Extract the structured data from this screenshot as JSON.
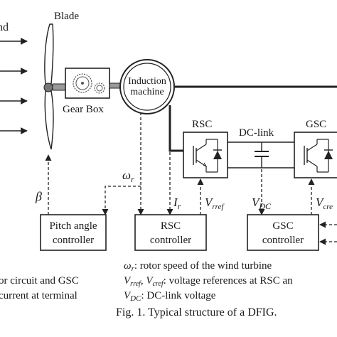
{
  "labels": {
    "wind": "nd",
    "blade": "Blade",
    "gear_box": "Gear Box",
    "induction_line1": "Induction",
    "induction_line2": "machine",
    "rsc": "RSC",
    "dc_link": "DC-link",
    "gsc": "GSC",
    "beta": "β",
    "omega_r": "ω",
    "omega_sub": "r",
    "i_r": "I",
    "i_r_sub": "r",
    "v_rref": "V",
    "v_rref_sub": "rref",
    "v_dc": "V",
    "v_dc_sub": "DC",
    "v_cref": "V",
    "v_cref_sub": "cre",
    "pitch_ctrl_line1": "Pitch angle",
    "pitch_ctrl_line2": "controller",
    "rsc_ctrl_line1": "RSC",
    "rsc_ctrl_line2": "controller",
    "gsc_ctrl_line1": "GSC",
    "gsc_ctrl_line2": "controller"
  },
  "legend": {
    "left_line1": "or circuit and GSC",
    "left_line2": "current at terminal",
    "omega_sym": "ω",
    "omega_sub": "r",
    "omega_desc": ": rotor speed of the wind turbine",
    "vref_sym1": "V",
    "vref_sub1": "rref",
    "vref_sep": ", ",
    "vref_sym2": "V",
    "vref_sub2": "cref",
    "vref_desc": ": voltage references at RSC an",
    "vdc_sym": "V",
    "vdc_sub": "DC",
    "vdc_desc": ": DC-link voltage",
    "caption": "Fig. 1. Typical structure of a DFIG."
  }
}
